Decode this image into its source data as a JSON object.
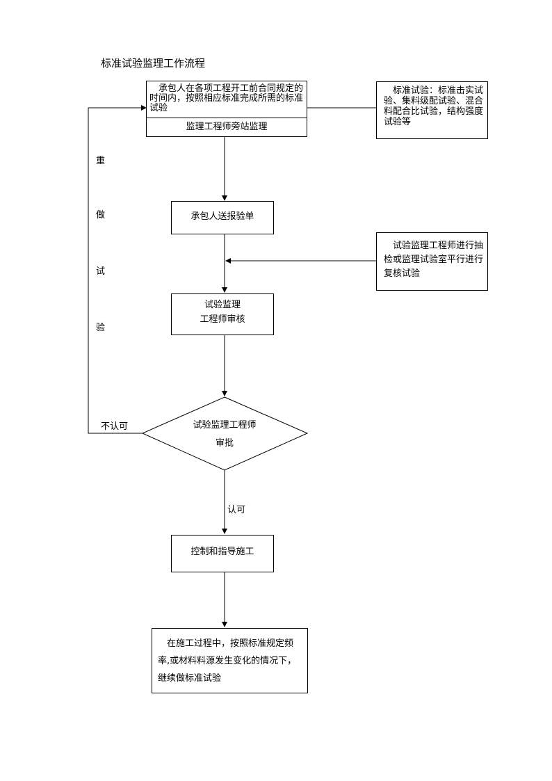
{
  "title": "标准试验监理工作流程",
  "step1": {
    "text": "　承包人在各项工程开工前合同规定的时间内，按照相应标准完成所需的标准试验",
    "supervision": "监理工程师旁站监理"
  },
  "note_top": "　标准试验：标准击实试验、集料级配试验、混合料配合比试验，结构强度试验等",
  "step2": "承包人送报验单",
  "note_mid": "　试验监理工程师进行抽检或监理试验室平行进行复核试验",
  "step3": {
    "line1": "试验监理",
    "line2": "工程师审核"
  },
  "decision": {
    "line1": "试验监理工程师",
    "line2": "审批"
  },
  "redo": [
    "重",
    "做",
    "试",
    "验"
  ],
  "reject_label": "不认可",
  "approve_label": "认可",
  "step4": "控制和指导施工",
  "step5": "　在施工过程中，按照标准规定频率,或材料料源发生变化的情况下，继续做标准试验"
}
